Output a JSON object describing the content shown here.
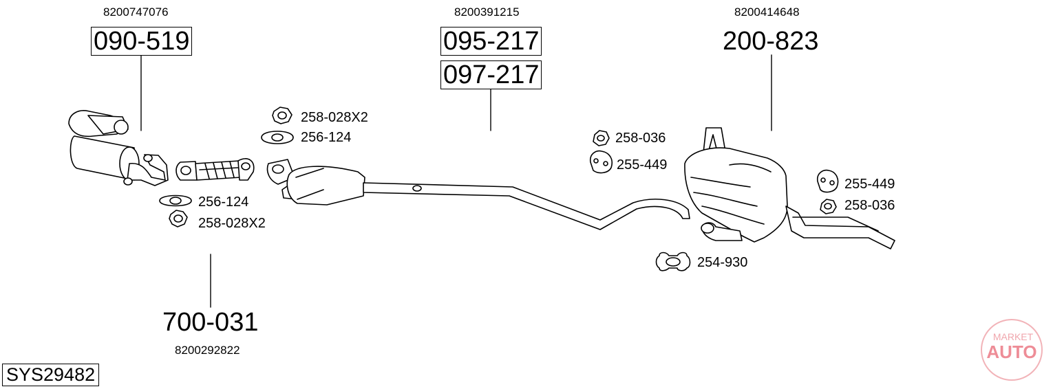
{
  "system_code": "SYS29482",
  "parts": {
    "front_cat": {
      "oem": "8200747076",
      "number": "090-519"
    },
    "middle_pipe": {
      "oem": "8200391215",
      "numbers": [
        "095-217",
        "097-217"
      ]
    },
    "rear_silencer": {
      "oem": "8200414648",
      "number": "200-823"
    },
    "front_pipe": {
      "oem": "8200292822",
      "number": "700-031"
    }
  },
  "fittings": {
    "left_gasket": "256-124",
    "left_nut": "258-028X2",
    "mid_nut": "258-028X2",
    "mid_gasket": "256-124",
    "hanger_nut_a": "258-036",
    "hanger_rubber_a": "255-449",
    "hanger_rubber_b": "255-449",
    "hanger_nut_b": "258-036",
    "clamp": "254-930"
  },
  "watermark": {
    "line1": "MARKET",
    "line2": "AUTO",
    "color": "#e02030"
  }
}
